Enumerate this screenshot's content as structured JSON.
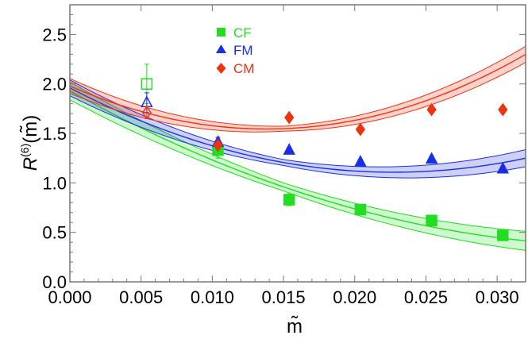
{
  "chart_data": {
    "type": "scatter",
    "xlabel": "m̃",
    "ylabel_base": "R",
    "ylabel_sup": "(6)",
    "ylabel_arg": "(m̃)",
    "xlim": [
      0.0,
      0.032
    ],
    "ylim": [
      0.0,
      2.8
    ],
    "xticks": [
      "0.000",
      "0.005",
      "0.010",
      "0.015",
      "0.020",
      "0.025",
      "0.030"
    ],
    "xtick_values": [
      0.0,
      0.005,
      0.01,
      0.015,
      0.02,
      0.025,
      0.03
    ],
    "yticks": [
      "0.0",
      "0.5",
      "1.0",
      "1.5",
      "2.0",
      "2.5"
    ],
    "ytick_values": [
      0.0,
      0.5,
      1.0,
      1.5,
      2.0,
      2.5
    ],
    "legend_position": "top-center",
    "series": [
      {
        "name": "CF",
        "color": "#22dd22",
        "marker": "square",
        "points": [
          {
            "x": 0.0104,
            "y": 1.33,
            "err": 0.08
          },
          {
            "x": 0.0154,
            "y": 0.83,
            "err": 0.06
          },
          {
            "x": 0.0204,
            "y": 0.73,
            "err": 0.04
          },
          {
            "x": 0.0254,
            "y": 0.62,
            "err": 0.03
          },
          {
            "x": 0.0304,
            "y": 0.47,
            "err": 0.03
          }
        ],
        "extrapolated": {
          "x": 0.0054,
          "y": 2.0,
          "err": 0.2
        },
        "fit": {
          "a": 1.93,
          "b": -80.0,
          "c": 1020.0
        },
        "band": 0.04
      },
      {
        "name": "FM",
        "color": "#1a2ee6",
        "marker": "triangle",
        "points": [
          {
            "x": 0.0104,
            "y": 1.41,
            "err": 0.05
          },
          {
            "x": 0.0154,
            "y": 1.33,
            "err": 0.03
          },
          {
            "x": 0.0204,
            "y": 1.21,
            "err": 0.03
          },
          {
            "x": 0.0254,
            "y": 1.24,
            "err": 0.03
          },
          {
            "x": 0.0304,
            "y": 1.14,
            "err": 0.03
          }
        ],
        "extrapolated": {
          "x": 0.0054,
          "y": 1.81,
          "err": 0.1
        },
        "fit": {
          "a": 1.96,
          "b": -75.0,
          "c": 1650.0
        },
        "band": 0.03
      },
      {
        "name": "CM",
        "color": "#ee3311",
        "marker": "diamond",
        "points": [
          {
            "x": 0.0104,
            "y": 1.38,
            "err": 0.03
          },
          {
            "x": 0.0154,
            "y": 1.66,
            "err": 0.03
          },
          {
            "x": 0.0204,
            "y": 1.54,
            "err": 0.03
          },
          {
            "x": 0.0254,
            "y": 1.74,
            "err": 0.03
          },
          {
            "x": 0.0304,
            "y": 1.74,
            "err": 0.03
          }
        ],
        "extrapolated": {
          "x": 0.0054,
          "y": 1.71,
          "err": 0.06
        },
        "fit": {
          "a": 1.98,
          "b": -63.0,
          "c": 2280.0
        },
        "band": 0.025
      }
    ]
  }
}
